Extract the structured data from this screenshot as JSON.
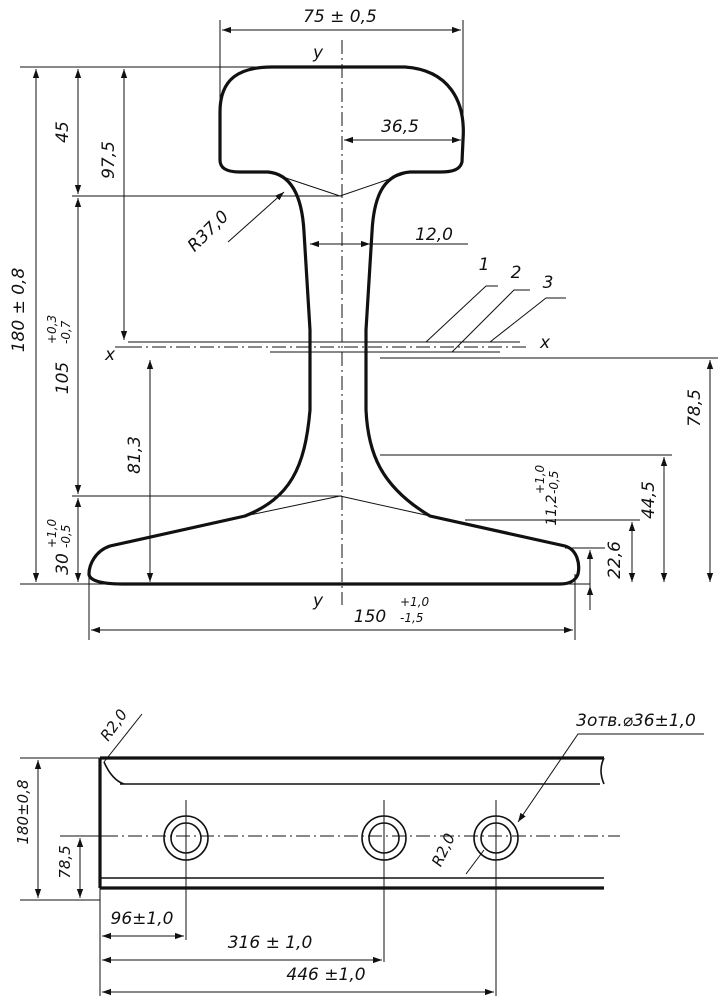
{
  "profile": {
    "dims": {
      "head_width": "75 ± 0,5",
      "head_half_width": "36,5",
      "head_height": "45",
      "web_thickness": "12,0",
      "neck_radius": "R37,0",
      "height_total": "180 ± 0,8",
      "top_to_axis": "97,5",
      "depth_main": "105",
      "depth_sup": "+0,3",
      "depth_sub": "-0,7",
      "axis_to_base": "81,3",
      "foot_edge_main": "30",
      "foot_edge_sup": "+1,0",
      "foot_edge_sub": "-0,5",
      "base_width_main": "150",
      "base_width_sup": "+1,0",
      "base_width_sub": "-1,5",
      "hole_center_height": "78,5",
      "web_lower_height": "44,5",
      "foot_thickness": "22,6",
      "foot_inner_main": "11,2",
      "foot_inner_sup": "+1,0",
      "foot_inner_sub": "-0,5"
    },
    "axis_labels": {
      "y_top": "y",
      "y_bottom": "y",
      "x_left": "x",
      "x_right": "x"
    },
    "leaders": [
      "1",
      "2",
      "3"
    ]
  },
  "elevation": {
    "dims": {
      "height": "180±0,8",
      "hole_height": "78,5",
      "chamfer": "R2,0",
      "hole_chamfer": "R2,0",
      "holes_note": "3отв.⌀36±1,0",
      "dist_1": "96±1,0",
      "dist_2": "316 ± 1,0",
      "dist_3": "446 ±1,0"
    }
  }
}
